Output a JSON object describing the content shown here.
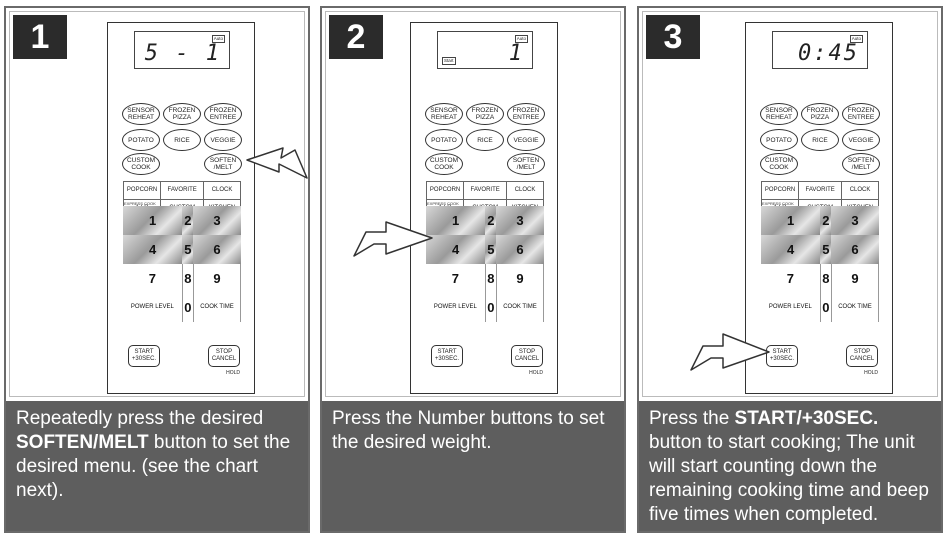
{
  "steps": [
    {
      "number": "1",
      "display": "5 - 1",
      "display_tags": [
        "Auto"
      ],
      "caption_parts": [
        "Repeatedly press the desired ",
        "SOFTEN/MELT",
        " button to set the desired menu. (see the chart next)."
      ]
    },
    {
      "number": "2",
      "display": "1",
      "display_tags": [
        "Auto",
        "Start"
      ],
      "caption_parts": [
        "Press the Number buttons to set the desired weight."
      ]
    },
    {
      "number": "3",
      "display": "0:45",
      "display_tags": [
        "Auto"
      ],
      "caption_parts": [
        "Press the ",
        "START/+30SEC.",
        " button to start cooking; The unit will start counting down the remaining cooking time and beep five times when completed."
      ]
    }
  ],
  "panel": {
    "oval_buttons": [
      [
        "SENSOR REHEAT",
        "FROZEN PIZZA",
        "FROZEN ENTREE"
      ],
      [
        "POTATO",
        "RICE",
        "VEGGIE"
      ],
      [
        "CUSTOM COOK",
        "SOFTEN /MELT"
      ]
    ],
    "grid_buttons": [
      [
        "POPCORN",
        "FAVORITE",
        "CLOCK"
      ],
      [
        "1 LB DEFROST",
        "CUSTOM DEFROST",
        "KITCHEN TIMER"
      ]
    ],
    "express_cook_label": "EXPRESS COOK",
    "keypad": [
      [
        "1",
        "2",
        "3"
      ],
      [
        "4",
        "5",
        "6"
      ],
      [
        "7",
        "8",
        "9"
      ],
      [
        "POWER LEVEL",
        "0",
        "COOK TIME"
      ]
    ],
    "start_button": "START +30SEC.",
    "stop_button": "STOP CANCEL",
    "hold_label": "HOLD"
  },
  "colors": {
    "step_badge": "#2b2b2b",
    "caption_bg": "#5e5e5e",
    "caption_text": "#ffffff"
  }
}
